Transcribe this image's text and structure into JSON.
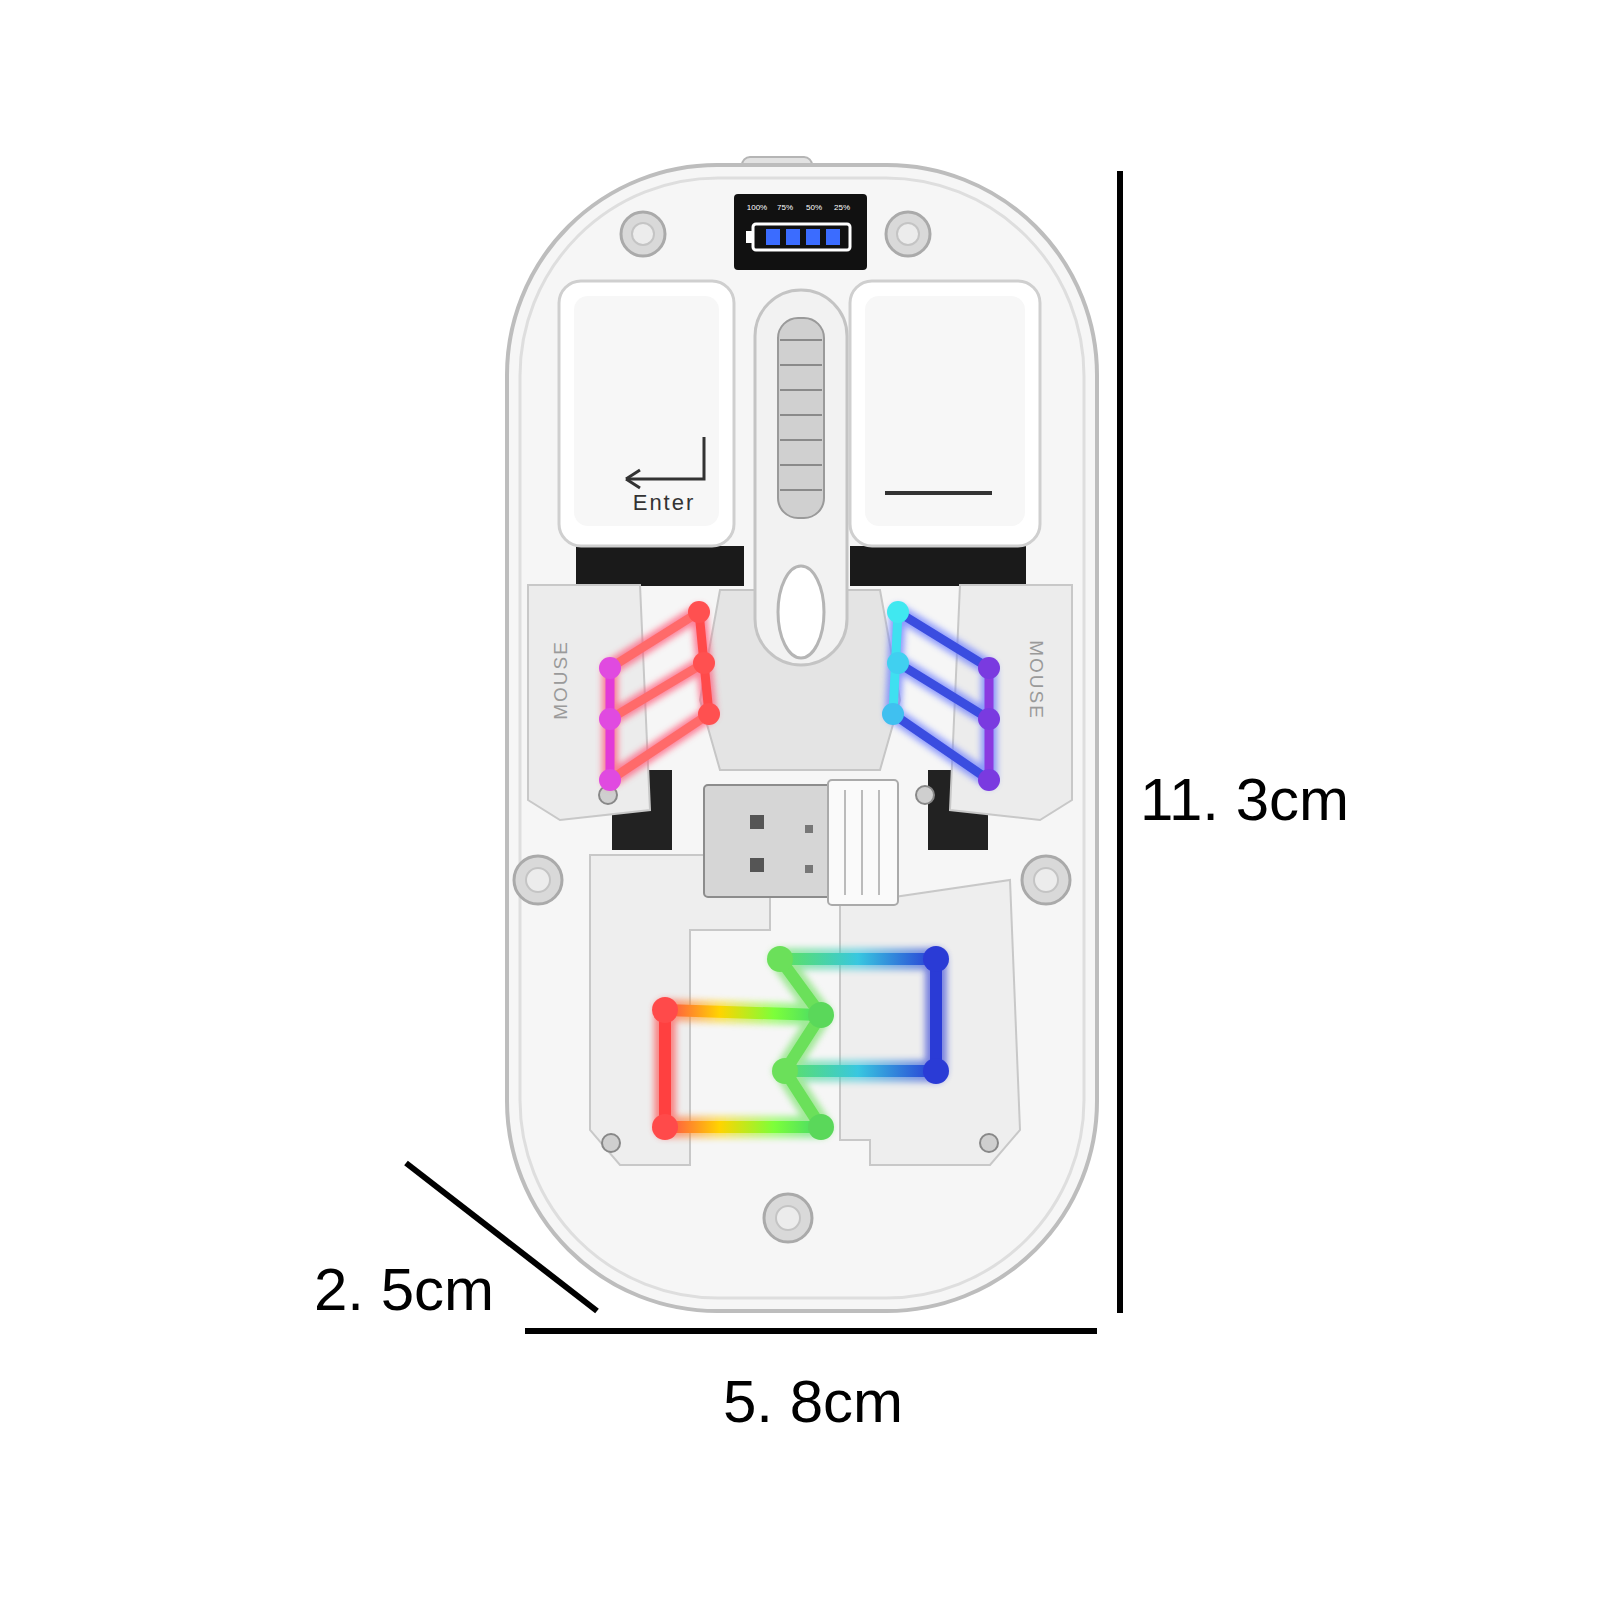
{
  "diagram": {
    "labels": [
      "100%",
      "75%",
      "50%",
      "25%",
      "Enter",
      "MOUSE",
      "MOUSE",
      "11. 3cm",
      "2. 5cm",
      "5. 8cm"
    ]
  }
}
